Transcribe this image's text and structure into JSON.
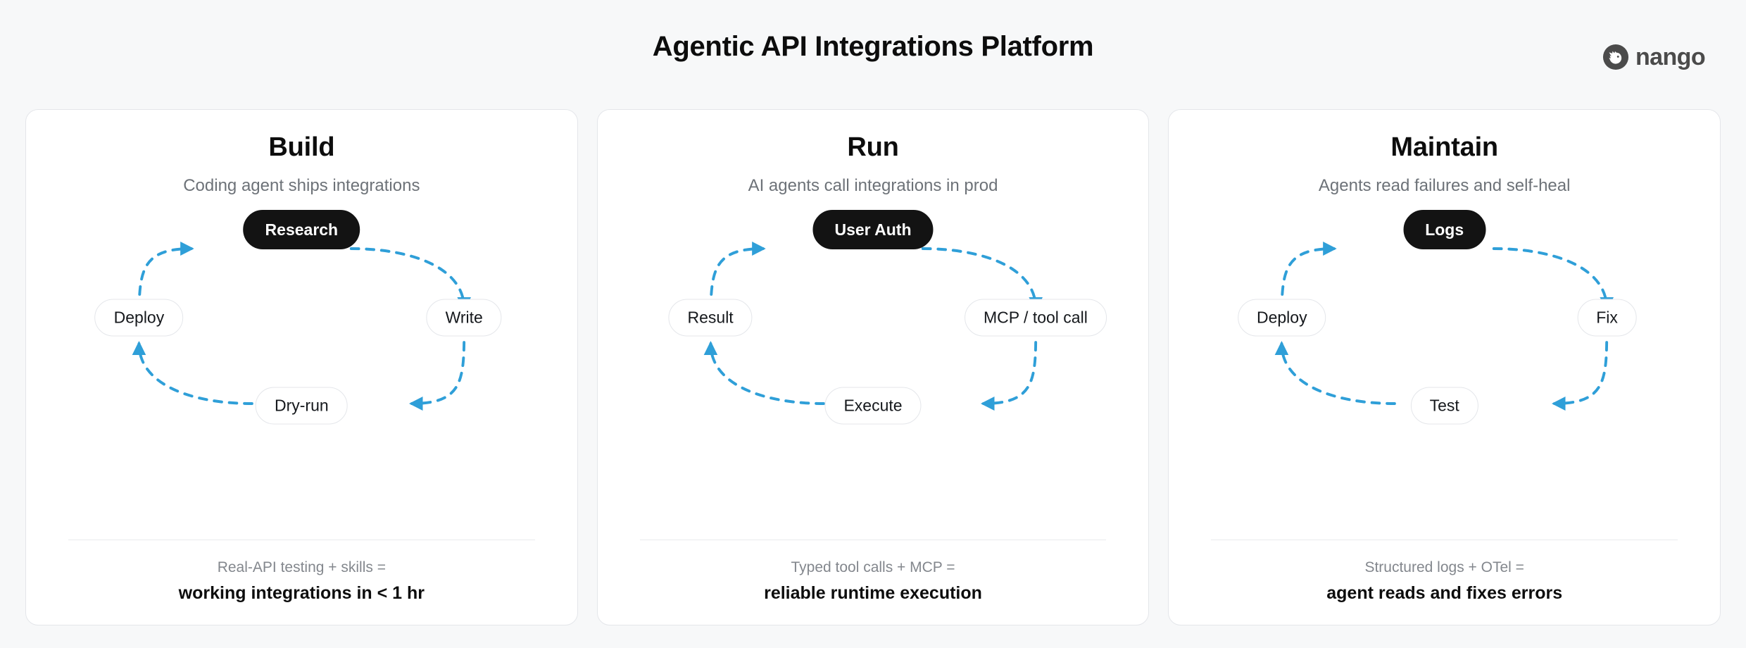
{
  "header": {
    "title": "Agentic API Integrations Platform",
    "brand_name": "nango",
    "brand_mark_icon": "nango-wolf-logo-icon"
  },
  "theme": {
    "page_background": "#f7f8f9",
    "card_background": "#ffffff",
    "card_border": "#e4e6ea",
    "accent_blue": "#2f9fd8",
    "active_node_bg": "#131313",
    "text_primary": "#0d0d0d",
    "text_muted": "#6d7278"
  },
  "cards": [
    {
      "title": "Build",
      "subtitle": "Coding agent ships integrations",
      "nodes": {
        "top": "Research",
        "right": "Write",
        "bottom": "Dry-run",
        "left": "Deploy"
      },
      "active_node": "Research",
      "footer": {
        "equation": "Real-API testing + skills =",
        "result": "working integrations in < 1 hr"
      }
    },
    {
      "title": "Run",
      "subtitle": "AI agents call integrations in prod",
      "nodes": {
        "top": "User Auth",
        "right": "MCP / tool call",
        "bottom": "Execute",
        "left": "Result"
      },
      "active_node": "User Auth",
      "footer": {
        "equation": "Typed tool calls + MCP =",
        "result": "reliable runtime execution"
      }
    },
    {
      "title": "Maintain",
      "subtitle": "Agents read failures and self-heal",
      "nodes": {
        "top": "Logs",
        "right": "Fix",
        "bottom": "Test",
        "left": "Deploy"
      },
      "active_node": "Logs",
      "footer": {
        "equation": "Structured logs + OTel =",
        "result": "agent reads and fixes errors"
      }
    }
  ]
}
